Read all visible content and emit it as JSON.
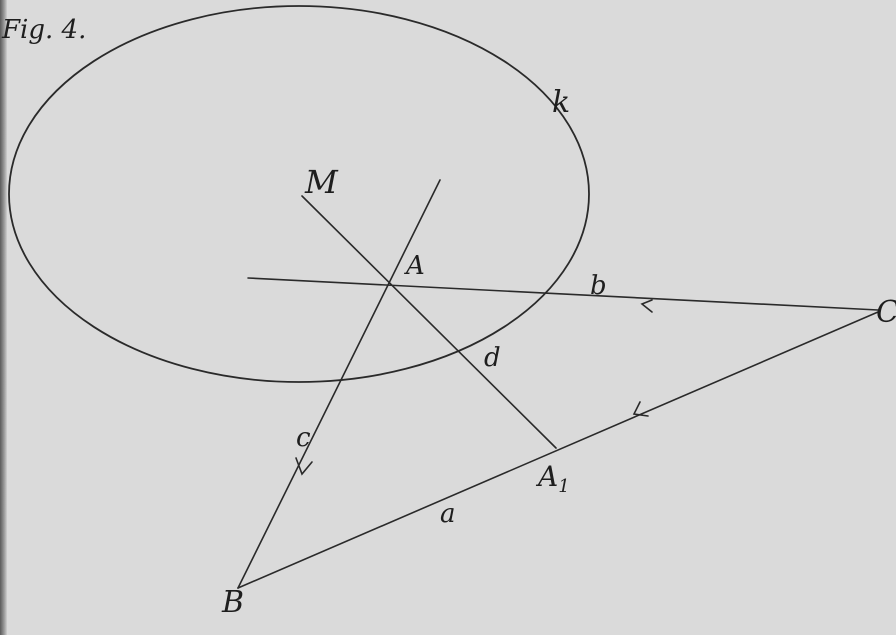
{
  "figure": {
    "caption": "Fig. 4."
  },
  "labels": {
    "circle": "k",
    "center": "M",
    "intersection": "A",
    "foot_point": "A",
    "foot_point_sub": "1",
    "line_a": "a",
    "line_b": "b",
    "line_c": "c",
    "line_d": "d",
    "point_b": "B",
    "point_c": "C"
  },
  "colors": {
    "paper": "#dadada",
    "ink": "#2a2a2a"
  }
}
